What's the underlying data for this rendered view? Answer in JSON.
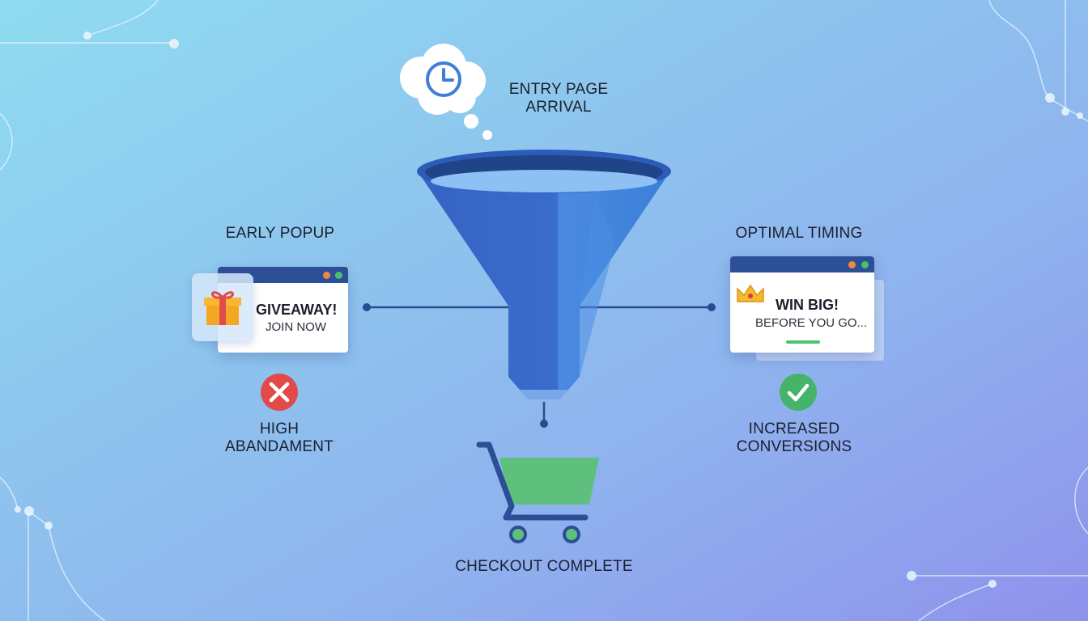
{
  "entry": {
    "line1": "ENTRY PAGE",
    "line2": "ARRIVAL"
  },
  "early": {
    "heading": "EARLY POPUP",
    "popup_title": "GIVEAWAY!",
    "popup_subtitle": "JOIN NOW",
    "outcome_line1": "HIGH",
    "outcome_line2": "ABANDAMENT"
  },
  "optimal": {
    "heading": "OPTIMAL TIMING",
    "popup_title": "WIN BIG!",
    "popup_subtitle": "BEFORE YOU GO...",
    "outcome_line1": "INCREASED",
    "outcome_line2": "CONVERSIONS"
  },
  "checkout": {
    "label": "CHECKOUT COMPLETE"
  },
  "icons": {
    "thought": "clock-icon",
    "early_popup": "gift-icon",
    "optimal_popup": "crown-icon",
    "bad": "x-circle-icon",
    "good": "check-circle-icon",
    "cart": "shopping-cart-icon",
    "funnel": "funnel-icon"
  },
  "colors": {
    "funnel": "#3c6fcf",
    "window_bar": "#2d4f98",
    "bad": "#e24a4a",
    "good": "#45b46a",
    "cart_basket": "#5fbf7d",
    "cart_frame": "#2b4e96"
  }
}
